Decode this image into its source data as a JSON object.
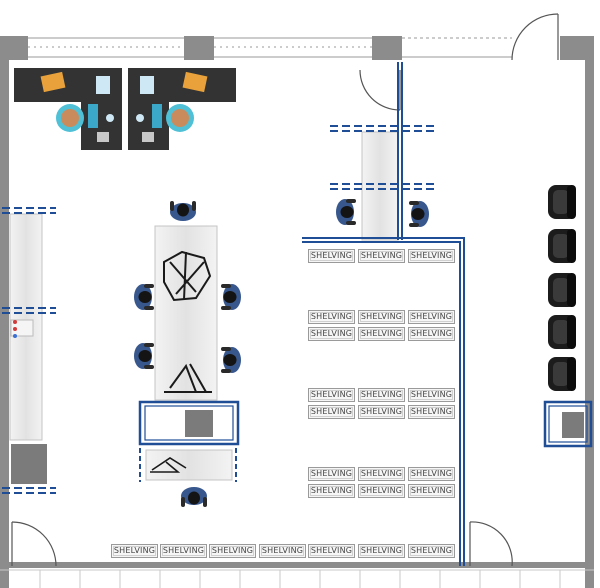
{
  "floor_plan": {
    "shelving_label": "SHELVING",
    "shelving_rows": [
      {
        "row": "upper-1",
        "units": 3
      },
      {
        "row": "middle-1a",
        "units": 3
      },
      {
        "row": "middle-1b",
        "units": 3
      },
      {
        "row": "middle-2a",
        "units": 3
      },
      {
        "row": "middle-2b",
        "units": 3
      },
      {
        "row": "lower-1a",
        "units": 3
      },
      {
        "row": "lower-1b",
        "units": 3
      },
      {
        "row": "bottom-wall",
        "units": 7
      }
    ],
    "colors": {
      "wall": "#8c8c8c",
      "accent_blue": "#1f4e96",
      "furniture_fill": "#ededed",
      "desk_dark": "#333333",
      "chair_black": "#1c1c1c",
      "equipment_grey": "#7b7b7b",
      "person_blue": "#3b5c93"
    }
  }
}
